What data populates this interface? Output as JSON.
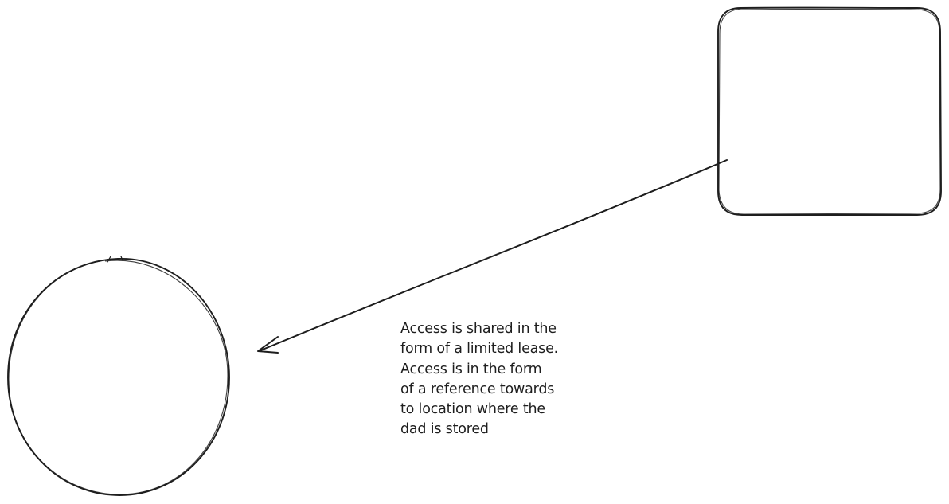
{
  "canvas": {
    "stroke_color": "#1e1e1e",
    "background_color": "#ffffff"
  },
  "shapes": {
    "box": {
      "type": "rounded-rectangle"
    },
    "circle": {
      "type": "ellipse"
    },
    "connector": {
      "type": "arrow",
      "from": "box",
      "to": "circle"
    }
  },
  "note": {
    "lines": [
      "Access is shared in the",
      "form of a limited lease.",
      "Access is in the form",
      "of a reference towards",
      "to location where the",
      "dad is stored"
    ]
  }
}
